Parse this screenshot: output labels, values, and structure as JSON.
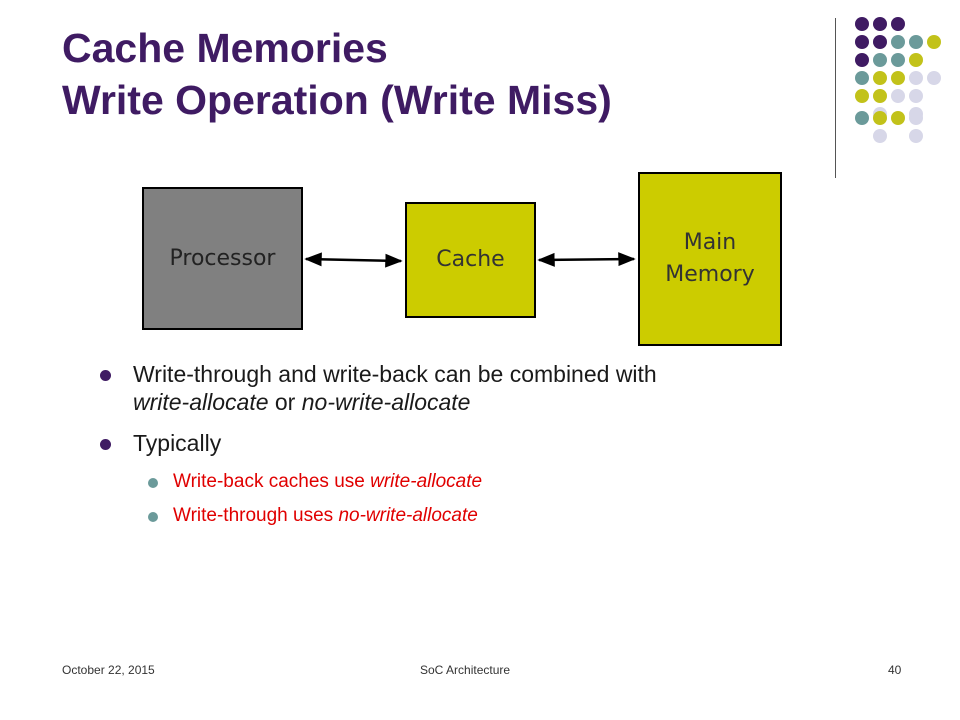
{
  "title": {
    "line1": "Cache Memories",
    "line2": "Write Operation (Write Miss)"
  },
  "diagram": {
    "processor": "Processor",
    "cache": "Cache",
    "memory_line1": "Main",
    "memory_line2": "Memory"
  },
  "bullets": {
    "b1": {
      "part1": "Write-through and write-back can be combined with",
      "part2_italic": "write-allocate",
      "part3": " or ",
      "part4_italic": "no-write-allocate"
    },
    "b2": {
      "text": "Typically"
    },
    "sub1": {
      "text": "Write-back caches use ",
      "italic": "write-allocate"
    },
    "sub2": {
      "text": "Write-through uses ",
      "italic": "no-write-allocate"
    }
  },
  "footer": {
    "date": "October 22, 2015",
    "center": "SoC Architecture",
    "page": "40"
  },
  "colors": {
    "title": "#3f1b63",
    "dots": [
      "#3f1b63",
      "#6b9a9a",
      "#c2c21a",
      "#d7d7e8"
    ],
    "processor": "#808080",
    "cache": "#cccc00",
    "sub_bullet_text": "#e00000"
  }
}
